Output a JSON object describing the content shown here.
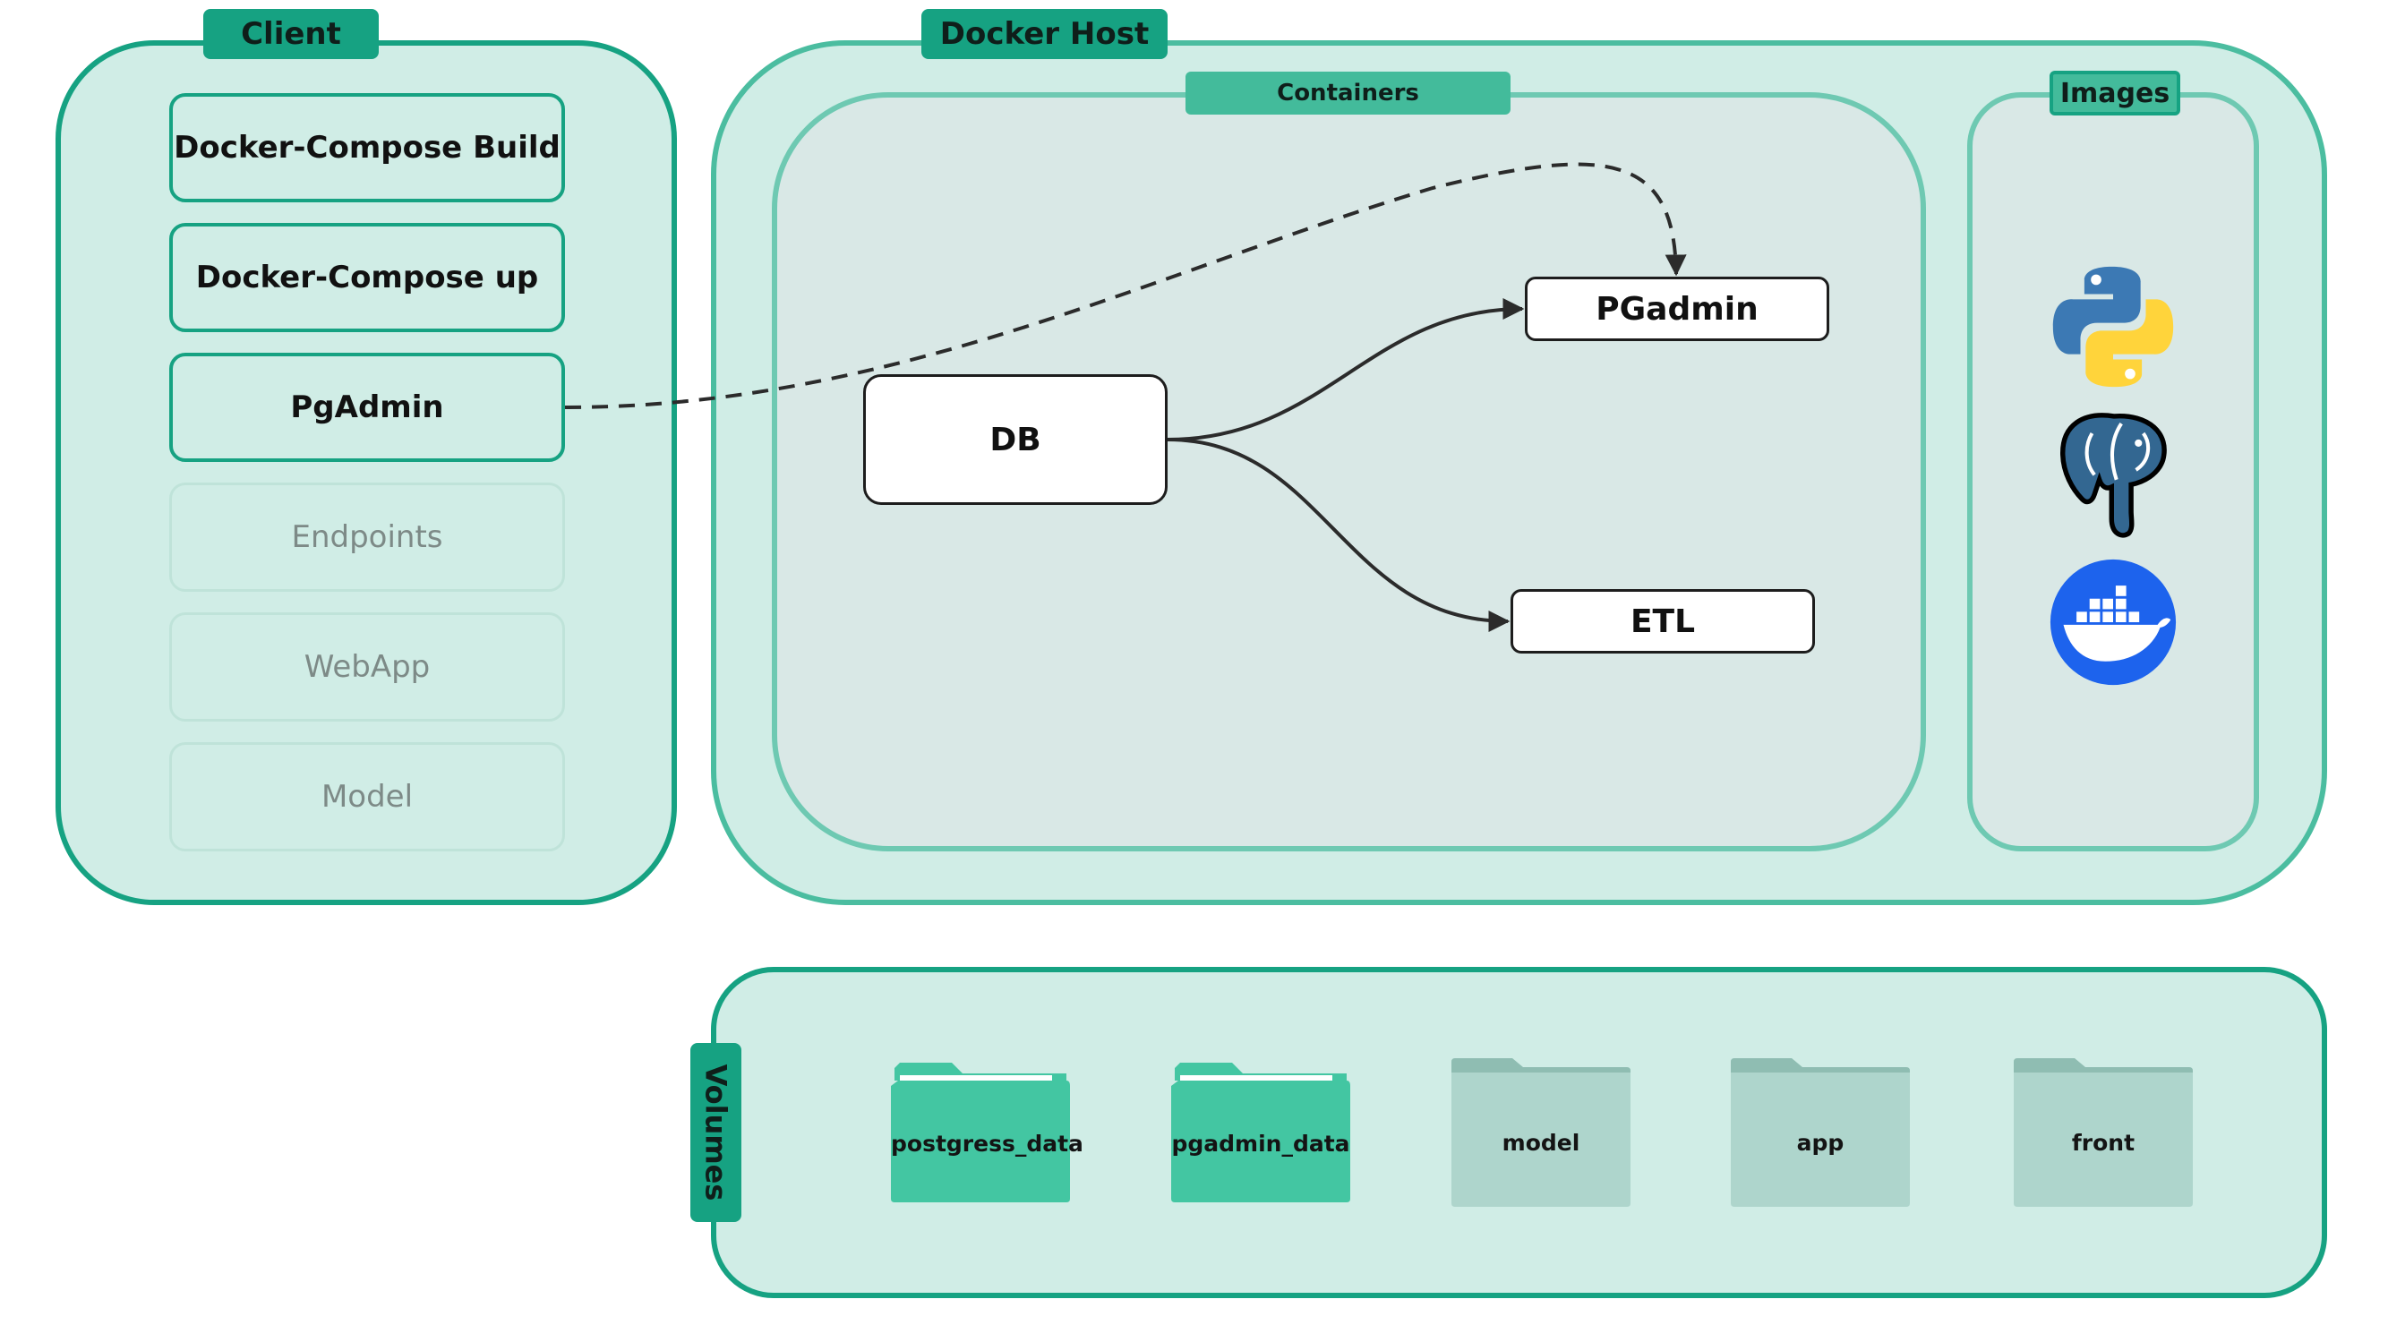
{
  "client": {
    "title": "Client",
    "buttons": [
      {
        "label": "Docker-Compose Build",
        "state": "active"
      },
      {
        "label": "Docker-Compose up",
        "state": "active"
      },
      {
        "label": "PgAdmin",
        "state": "active"
      },
      {
        "label": "Endpoints",
        "state": "inactive"
      },
      {
        "label": "WebApp",
        "state": "inactive"
      },
      {
        "label": "Model",
        "state": "inactive"
      }
    ]
  },
  "docker_host": {
    "title": "Docker Host",
    "containers": {
      "title": "Containers",
      "nodes": {
        "db": "DB",
        "pgadmin": "PGadmin",
        "etl": "ETL"
      }
    },
    "images": {
      "title": "Images",
      "icons": [
        "python-logo-icon",
        "postgresql-elephant-icon",
        "docker-whale-icon"
      ]
    }
  },
  "volumes": {
    "title": "Volumes",
    "folders": [
      {
        "label": "postgress_data",
        "state": "active"
      },
      {
        "label": "pgadmin_data",
        "state": "active"
      },
      {
        "label": "model",
        "state": "inactive"
      },
      {
        "label": "app",
        "state": "inactive"
      },
      {
        "label": "front",
        "state": "inactive"
      }
    ]
  },
  "colors": {
    "accent": "#16a282",
    "panel_fill": "#d0ede6",
    "container_fill": "#d9e8e6",
    "folder_active": "#43c6a2",
    "folder_inactive": "#aed5cc"
  }
}
